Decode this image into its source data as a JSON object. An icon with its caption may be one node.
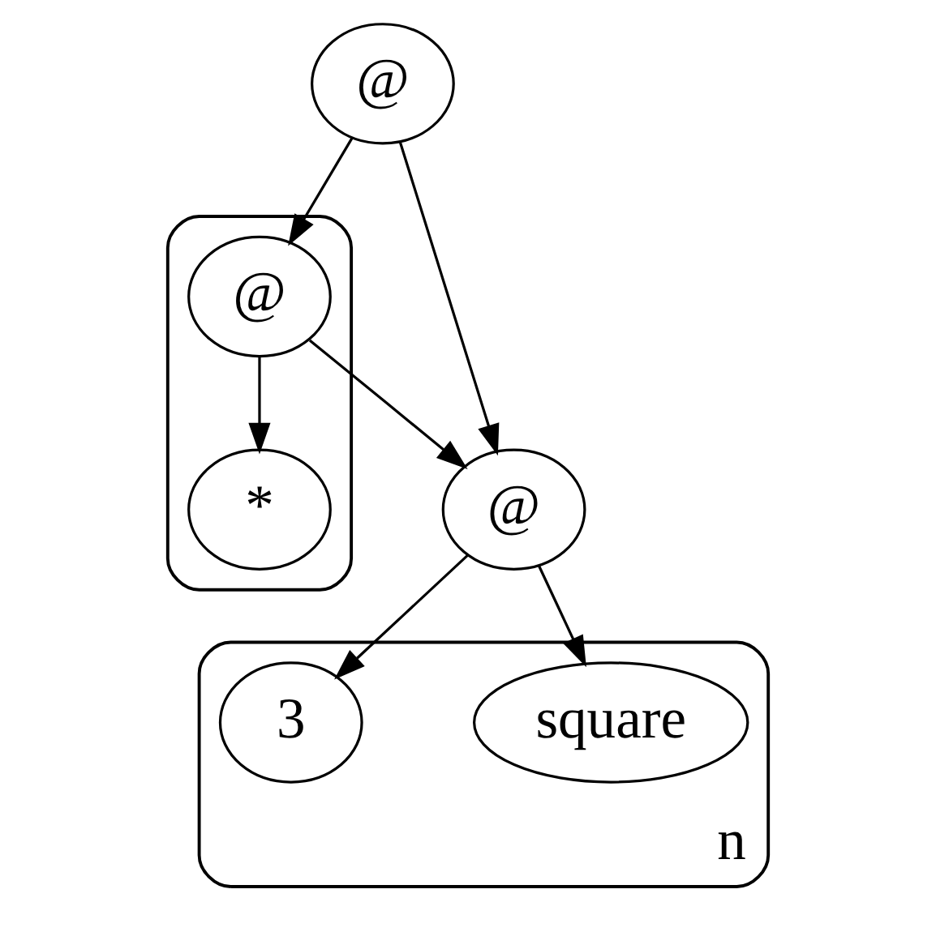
{
  "diagram": {
    "nodes": [
      {
        "text": [
          "@"
        ]
      },
      {
        "text": [],
        "shape": "cloud"
      },
      {
        "text": [
          "@"
        ],
        "in": 1
      },
      {
        "text": [
          "*"
        ],
        "in": 1
      },
      {
        "text": [
          "@"
        ]
      },
      {
        "text": [
          "n"
        ]
      },
      {
        "text": [
          "square"
        ],
        "in": 5
      },
      {
        "text": [
          "3"
        ],
        "in": 5
      }
    ],
    "edges": [
      {
        "from": 0,
        "to": 2,
        "arrow": "to"
      },
      {
        "from": 2,
        "to": 3,
        "arrow": "to"
      },
      {
        "from": 2,
        "to": 4,
        "arrow": "to"
      },
      {
        "from": 4,
        "to": 6,
        "arrow": "to"
      },
      {
        "from": 4,
        "to": 7,
        "arrow": "to"
      },
      {
        "from": 0,
        "to": 4,
        "arrow": "to"
      }
    ]
  }
}
